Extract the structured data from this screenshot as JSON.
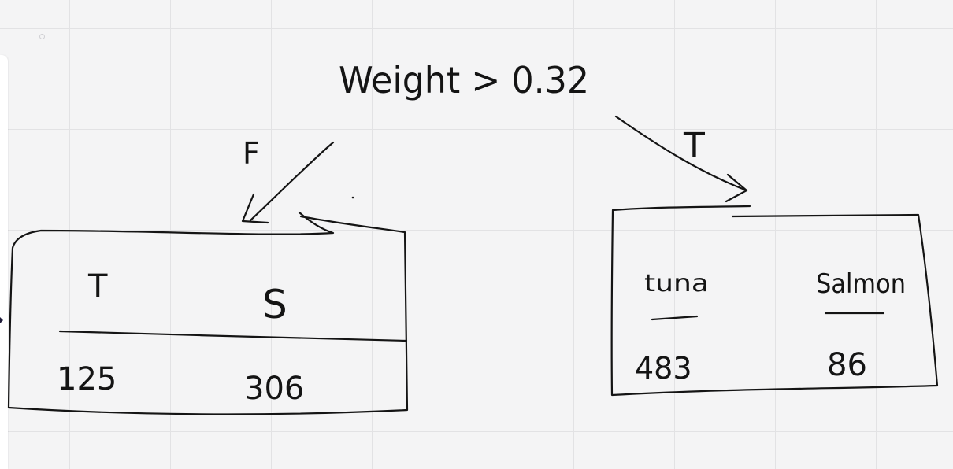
{
  "diagram": {
    "root": {
      "label": "Weight > 0.32"
    },
    "edges": [
      {
        "label": "F",
        "target": "left-table"
      },
      {
        "label": "T",
        "target": "right-table"
      }
    ],
    "left_table": {
      "headers": [
        "T",
        "S"
      ],
      "values": [
        "125",
        "306"
      ]
    },
    "right_table": {
      "headers": [
        "tuna",
        "Salmon"
      ],
      "values": [
        "483",
        "86"
      ]
    }
  }
}
